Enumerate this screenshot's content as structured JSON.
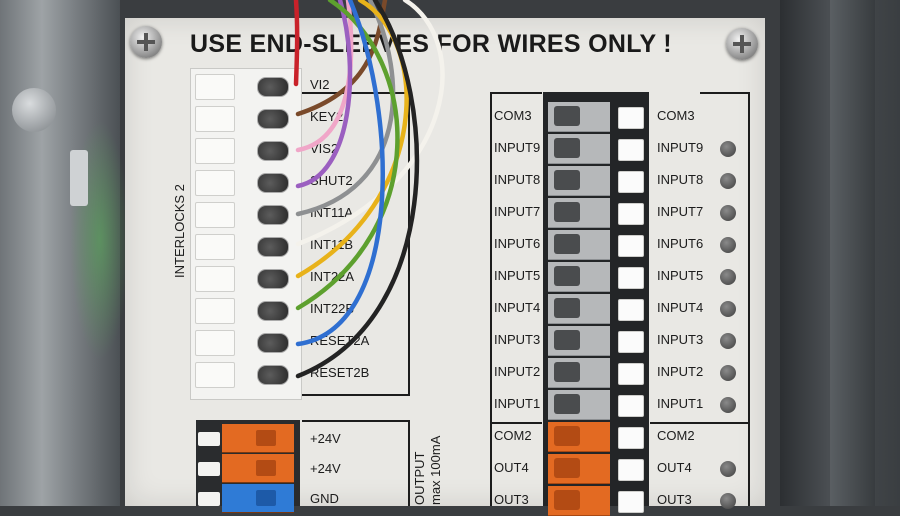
{
  "title": "USE END-SLEEVES FOR WIRES ONLY !",
  "interlocks_label": "INTERLOCKS 2",
  "left_terminals": [
    "VI2",
    "KEY2",
    "VIS2",
    "SHUT2",
    "INT11A",
    "INT11B",
    "INT22A",
    "INT22B",
    "RESET2A",
    "RESET2B"
  ],
  "power_terminals": [
    "+24V",
    "+24V",
    "GND"
  ],
  "output_label": "OUTPUT",
  "output_rating": "max 100mA",
  "right_left_labels": [
    "COM3",
    "INPUT9",
    "INPUT8",
    "INPUT7",
    "INPUT6",
    "INPUT5",
    "INPUT4",
    "INPUT3",
    "INPUT2",
    "INPUT1",
    "COM2",
    "OUT4",
    "OUT3"
  ],
  "right_right_labels": [
    "COM3",
    "INPUT9",
    "INPUT8",
    "INPUT7",
    "INPUT6",
    "INPUT5",
    "INPUT4",
    "INPUT3",
    "INPUT2",
    "INPUT1",
    "COM2",
    "OUT4",
    "OUT3"
  ],
  "colors": {
    "panel": "#e9e8e4",
    "wire_red": "#c9222a",
    "wire_brown": "#7a4a2a",
    "wire_pink": "#f0a6c8",
    "wire_purple": "#9b5fc0",
    "wire_gray": "#8e9092",
    "wire_white": "#f4f2ec",
    "wire_yellow": "#e8b21a",
    "wire_green": "#5da02e",
    "wire_blue": "#2f6fd1",
    "wire_black": "#232323",
    "terminal_orange": "#e36a22",
    "terminal_gray": "#b6b8ba"
  }
}
